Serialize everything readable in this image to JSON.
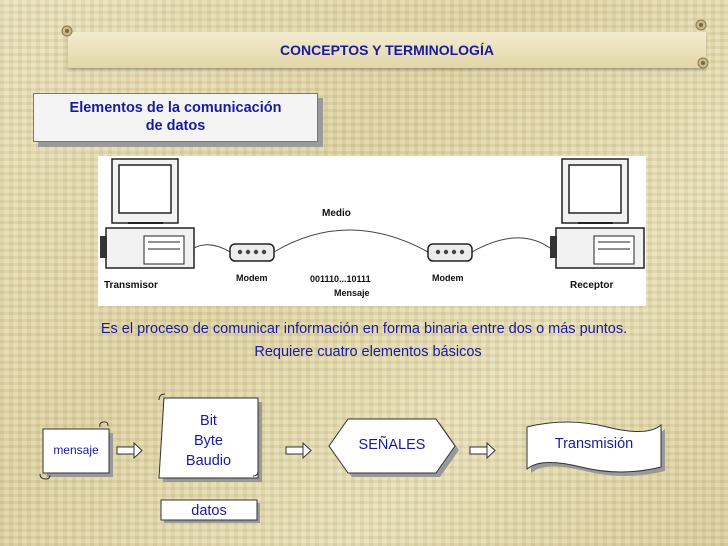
{
  "header": {
    "title": "CONCEPTOS Y TERMINOLOGÍA"
  },
  "heading": {
    "line1": "Elementos de la comunicación",
    "line2": "de datos"
  },
  "network": {
    "medium_label": "Medio",
    "modem_left_label": "Modem",
    "modem_right_label": "Modem",
    "bits_label": "001110...10111",
    "message_label": "Mensaje",
    "transmitter_label": "Transmisor",
    "receiver_label": "Receptor"
  },
  "description": {
    "line1": "Es el proceso de comunicar información en forma binaria entre dos o más puntos.",
    "line2": "Requiere cuatro elementos básicos"
  },
  "flow": {
    "message": "mensaje",
    "data_items": [
      "Bit",
      "Byte",
      "Baudio"
    ],
    "data_caption": "datos",
    "signals": "SEÑALES",
    "transmission": "Transmisión"
  }
}
